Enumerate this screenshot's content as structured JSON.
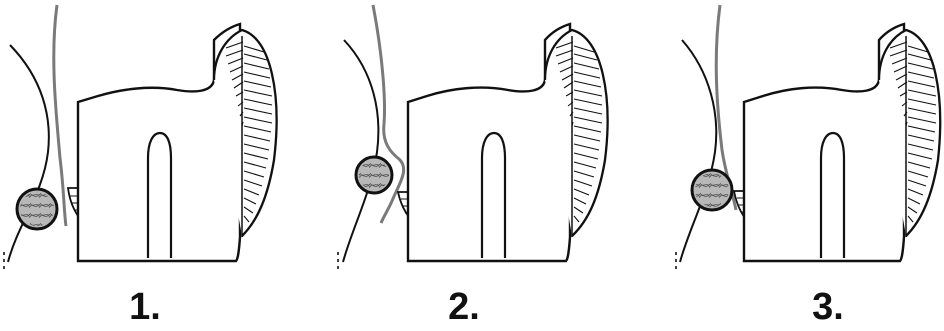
{
  "figure": {
    "panels": [
      {
        "label": "1."
      },
      {
        "label": "2."
      },
      {
        "label": "3."
      }
    ],
    "colors": {
      "ink": "#111111",
      "gray_line": "#7a7a7a",
      "fill": "#ffffff",
      "nodule": "#b8b8b8"
    }
  }
}
